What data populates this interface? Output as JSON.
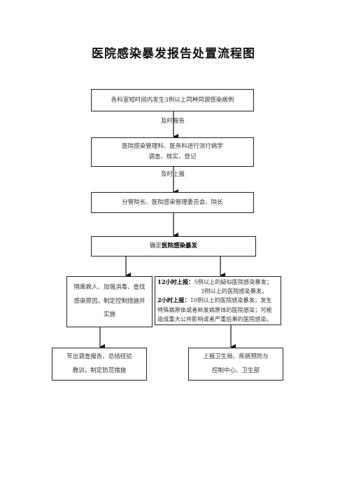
{
  "title": "医院感染暴发报告处置流程图",
  "step1": "各科室短时间内发生3例以上同种同源感染病例",
  "label1": "及时报告",
  "step2": {
    "line1": "医院感染管理科、医务科进行流行病学",
    "line2": "调查、核实、登记"
  },
  "label2": "及时上报",
  "step3": "分管院长、医院感染管理委员会、院长",
  "step4": {
    "prefix": "确定",
    "bold": "医院感染暴发"
  },
  "left_box": {
    "line1": "隔离病人、加强消毒、查找",
    "line2": "感染原因，制定控制措施并",
    "line3": "实施"
  },
  "right_box": {
    "r1_bold": "12小时上报：",
    "r1_text": "5例以上的疑似医院感染暴发；",
    "r2_text": "3例以上的医院感染暴发。",
    "r3_bold": "2小时上报：",
    "r3_text": "10例以上的医院感染暴发；发生",
    "r4_text": "特殊病原体或者新发病原体的医院感染；可能",
    "r5_text": "造成重大公共影响或者严重后果的医院感染。"
  },
  "bottom_left": {
    "line1": "写出调查报告、总结经验",
    "line2": "教训，制定防范措施"
  },
  "bottom_right": {
    "line1": "上报卫生局、疾病预防与",
    "line2": "控制中心、卫生部"
  }
}
